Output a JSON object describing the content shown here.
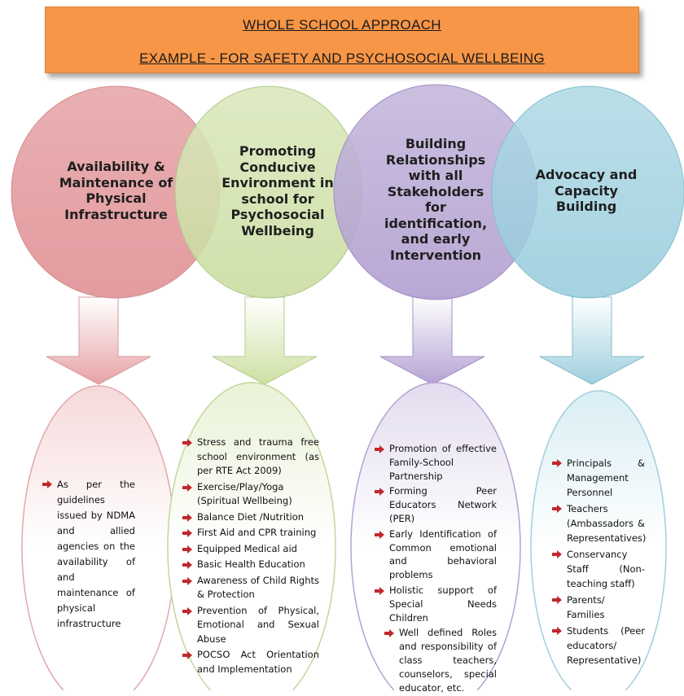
{
  "header": {
    "line1": "WHOLE SCHOOL APPROACH",
    "line2": "EXAMPLE - FOR SAFETY AND PSYCHOSOCIAL WELLBEING"
  },
  "colors": {
    "banner": "#f79646",
    "circle1": "#e6a1a4",
    "circle2": "#cfe0a8",
    "circle3": "#b7a5d2",
    "circle4": "#9ccfdd",
    "bullet_arrow": "#c0282d"
  },
  "columns": [
    {
      "title": "Availability & Maintenance of Physical Infrastructure",
      "items": [
        "As per the guidelines issued by NDMA and allied agencies on the availability of and maintenance of physical infrastructure"
      ]
    },
    {
      "title": "Promoting Conducive Environment in school for Psychosocial Wellbeing",
      "items": [
        "Stress and trauma free school environment (as per RTE Act 2009)",
        "Exercise/Play/Yoga (Spiritual Wellbeing)",
        "Balance Diet /Nutrition",
        "First Aid and CPR training",
        "Equipped Medical aid",
        "Basic Health Education",
        "Awareness of Child Rights & Protection",
        "Prevention of Physical, Emotional and Sexual Abuse",
        "POCSO Act Orientation and Implementation"
      ]
    },
    {
      "title": "Building Relationships with all Stakeholders for identification, and early Intervention",
      "items": [
        "Promotion of effective Family-School Partnership",
        "Forming Peer Educators Network (PER)",
        "Early Identification of Common emotional and behavioral problems",
        "Holistic support of Special Needs Children"
      ],
      "sub_items": [
        "Well defined Roles and responsibility of class teachers, counselors, special educator, etc."
      ]
    },
    {
      "title": "Advocacy and Capacity Building",
      "items": [
        "Principals & Management Personnel",
        "Teachers (Ambassadors & Representatives)",
        "Conservancy Staff (Non-teaching staff)",
        "Parents/ Families",
        "Students (Peer educators/ Representative)"
      ]
    }
  ]
}
